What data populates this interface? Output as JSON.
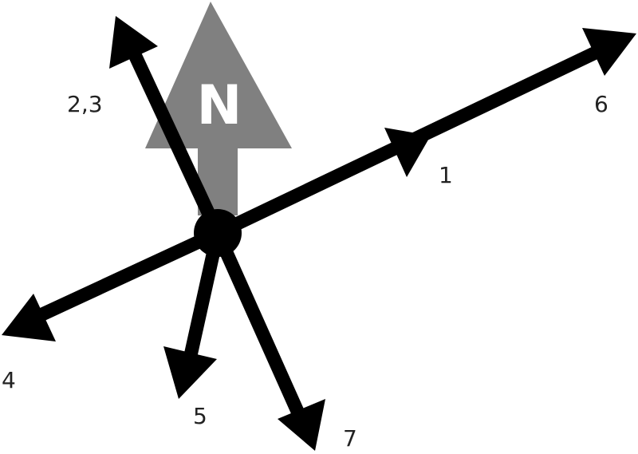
{
  "north": {
    "letter": "N",
    "color": "#808080"
  },
  "ray_color": "#000000",
  "labels": {
    "l23": "2,3",
    "l6": "6",
    "l1": "1",
    "l4": "4",
    "l5": "5",
    "l7": "7"
  }
}
